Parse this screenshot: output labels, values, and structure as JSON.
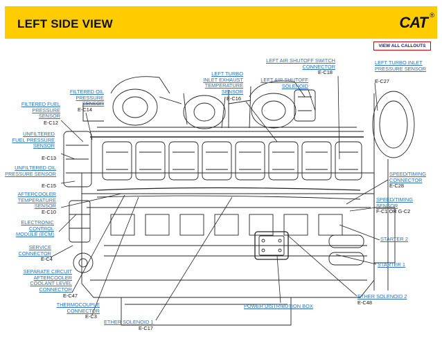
{
  "header": {
    "title": "LEFT SIDE VIEW",
    "logo": "CAT",
    "logo_reg": "®"
  },
  "view_all": "VIEW ALL CALLOUTS",
  "callouts": {
    "filtered_oil": {
      "label": "FILTERED OIL PRESSURE SENSOR",
      "code": "E-C14"
    },
    "filtered_fuel": {
      "label": "FILTERED FUEL PRESSURE SENSOR",
      "code": "E-C12"
    },
    "unfiltered_fuel": {
      "label": "UNFILTERED FUEL PRESSURE SENSOR",
      "code": "E-C13"
    },
    "unfiltered_oil": {
      "label": "UNFILTERED OIL PRESSURE SENSOR",
      "code": "E-C15"
    },
    "aftercooler_temp": {
      "label": "AFTERCOOLER TEMPERATURE SENSOR",
      "code": "E-C10"
    },
    "ecm": {
      "label": "ELECTRONIC CONTROL MODULE (ECM)"
    },
    "service": {
      "label": "SERVICE CONNECTOR",
      "code": "E-C4"
    },
    "sep_circuit": {
      "label": "SEPARATE CIRCUIT AFTERCOOLER COOLANT LEVEL CONNECTOR",
      "code": "E-C47"
    },
    "thermocouple": {
      "label": "THERMOCOUPLE CONNECTOR",
      "code": "E-C3"
    },
    "ether1": {
      "label": "ETHER SOLENOID 1",
      "code": "E-C17"
    },
    "left_turbo_exhaust": {
      "label": "LEFT TURBO INLET EXHAUST TEMPERATURE SENSOR",
      "code": "E-C16"
    },
    "shutoff_switch": {
      "label": "LEFT AIR SHUTOFF SWITCH CONNECTOR",
      "code": "E-C18"
    },
    "shutoff_solenoid": {
      "label": "LEFT AIR SHUTOFF SOLENOID"
    },
    "turbo_inlet_pressure": {
      "label": "LEFT TURBO INLET PRESSURE SENSOR",
      "code": "E-C27"
    },
    "timing_connector": {
      "label": "SPEED/TIMING CONNECTOR",
      "code": "E-C28"
    },
    "timing_sensor": {
      "label": "SPEED/TIMING SENSOR",
      "code": "F-C1 OR G-C2"
    },
    "starter2": {
      "label": "STARTER 2"
    },
    "starter1": {
      "label": "STARTER 1"
    },
    "ether2": {
      "label": "ETHER SOLENOID 2",
      "code": "E-C48"
    },
    "power_box": {
      "label": "POWER DISTRIBUTION BOX"
    }
  },
  "colors": {
    "header": "#ffcc00",
    "callout": "#2a72c4",
    "view_all_border": "#cc0000"
  }
}
